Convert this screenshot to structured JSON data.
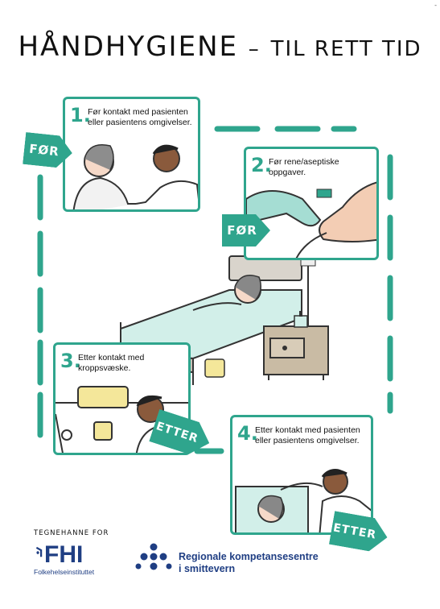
{
  "title": {
    "main": "HÅNDHYGIENE",
    "dash": "–",
    "sub": "TIL RETT TID"
  },
  "moments": [
    {
      "number": "1.",
      "text": "Før kontakt med pasienten eller pasientens omgivelser.",
      "tag": "FØR"
    },
    {
      "number": "2.",
      "text": "Før rene/aseptiske oppgaver.",
      "tag": "FØR"
    },
    {
      "number": "3.",
      "text": "Etter kontakt med kroppsvæske.",
      "tag": "ETTER"
    },
    {
      "number": "4.",
      "text": "Etter kontakt med pasienten eller pasientens omgivelser.",
      "tag": "ETTER"
    }
  ],
  "footer": {
    "credit": "TEGNEHANNE FOR",
    "fhi_logo": "FHI",
    "fhi_name": "Folkehelseinstituttet",
    "rk_line1": "Regionale kompetansesentre",
    "rk_line2": "i smittevern"
  },
  "colors": {
    "accent": "#2fa58d",
    "navy": "#1f3e83"
  }
}
